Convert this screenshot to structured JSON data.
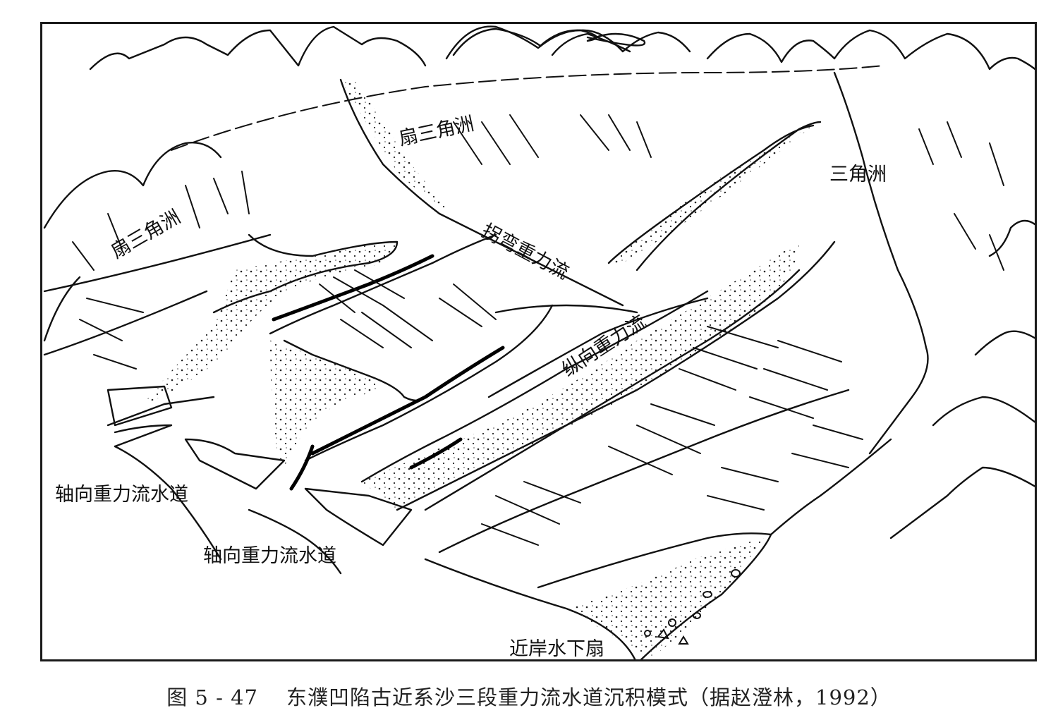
{
  "figure": {
    "number": "图 5 - 47",
    "title": "东濮凹陷古近系沙三段重力流水道沉积模式（据赵澄林，1992）"
  },
  "labels": {
    "fan_delta_upper": "扇三角洲",
    "fan_delta_left": "扇三角洲",
    "delta": "三角洲",
    "turning_gravity_flow": "拐弯重力流",
    "longitudinal_gravity_flow": "纵向重力流",
    "axial_channel_1": "轴向重力流水道",
    "axial_channel_2": "轴向重力流水道",
    "nearshore_subaqueous_fan": "近岸水下扇"
  },
  "colors": {
    "ink": "#111111",
    "frame": "#1a1a1a",
    "paper": "#ffffff"
  }
}
